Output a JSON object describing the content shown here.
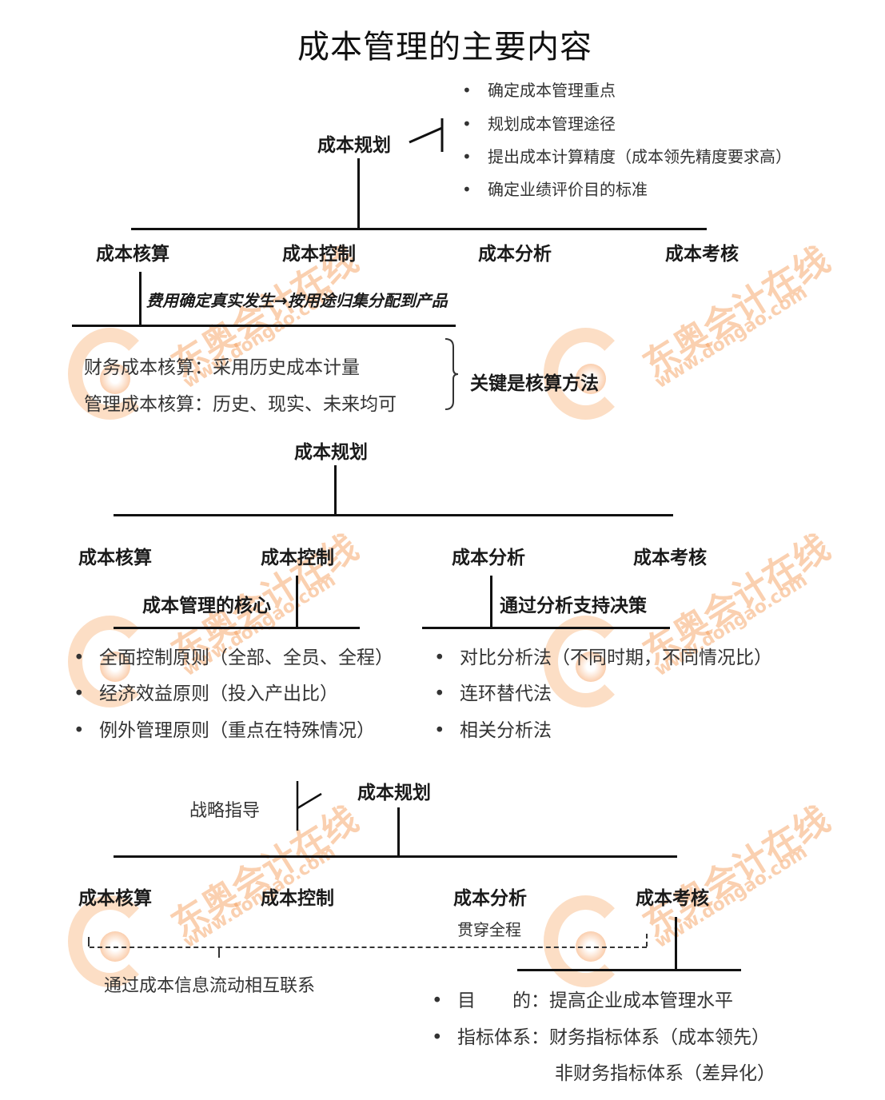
{
  "title": "成本管理的主要内容",
  "section1": {
    "root": "成本规划",
    "planning_points": [
      "确定成本管理重点",
      "规划成本管理途径",
      "提出成本计算精度（成本领先精度要求高）",
      "确定业绩评价目的标准"
    ],
    "children": [
      "成本核算",
      "成本控制",
      "成本分析",
      "成本考核"
    ],
    "accounting_note": "费用确定真实发生→按用途归集分配到产品",
    "accounting_types": [
      "财务成本核算：采用历史成本计量",
      "管理成本核算：历史、现实、未来均可"
    ],
    "key_point": "关键是核算方法"
  },
  "section2": {
    "root": "成本规划",
    "children": [
      "成本核算",
      "成本控制",
      "成本分析",
      "成本考核"
    ],
    "control_label": "成本管理的核心",
    "control_principles": [
      "全面控制原则（全部、全员、全程）",
      "经济效益原则（投入产出比）",
      "例外管理原则（重点在特殊情况）"
    ],
    "analysis_label": "通过分析支持决策",
    "analysis_methods": [
      "对比分析法（不同时期，不同情况比）",
      "连环替代法",
      "相关分析法"
    ]
  },
  "section3": {
    "root": "成本规划",
    "strategy_label": "战略指导",
    "children": [
      "成本核算",
      "成本控制",
      "成本分析",
      "成本考核"
    ],
    "analysis_sub": "贯穿全程",
    "link_note": "通过成本信息流动相互联系",
    "evaluation_points": [
      "目　　的：提高企业成本管理水平",
      "指标体系：财务指标体系（成本领先）",
      "非财务指标体系（差异化）"
    ]
  },
  "watermark": {
    "brand": "东奥会计在线",
    "url": "www.dongao.com",
    "color": "#f5964f"
  },
  "bullet_symbol": "•"
}
